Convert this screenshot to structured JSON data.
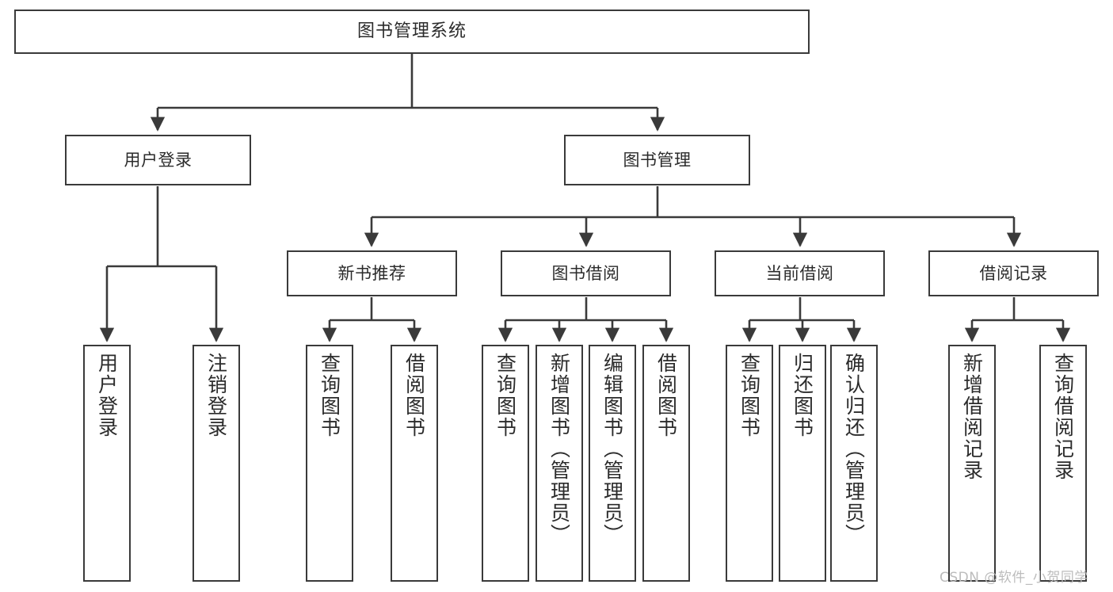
{
  "diagram": {
    "title": "图书管理系统",
    "watermark": "CSDN @软件_小贺同学",
    "colors": {
      "box_border": "#3a3a3a",
      "edge": "#3a3a3a",
      "text": "#2b2b2b",
      "background": "#ffffff",
      "watermark": "#bcbcbc"
    },
    "nodes": {
      "root": {
        "label": "图书管理系统"
      },
      "level2": [
        {
          "label": "用户登录"
        },
        {
          "label": "图书管理"
        }
      ],
      "level3": [
        {
          "label": "新书推荐"
        },
        {
          "label": "图书借阅"
        },
        {
          "label": "当前借阅"
        },
        {
          "label": "借阅记录"
        }
      ],
      "leaves_user_login": [
        {
          "label": "用户登录"
        },
        {
          "label": "注销登录"
        }
      ],
      "leaves_new_book": [
        {
          "label": "查询图书"
        },
        {
          "label": "借阅图书"
        }
      ],
      "leaves_book_borrow": [
        {
          "label": "查询图书"
        },
        {
          "label": "新增图书（管理员）"
        },
        {
          "label": "编辑图书（管理员）"
        },
        {
          "label": "借阅图书"
        }
      ],
      "leaves_current_borrow": [
        {
          "label": "查询图书"
        },
        {
          "label": "归还图书"
        },
        {
          "label": "确认归还（管理员）"
        }
      ],
      "leaves_borrow_record": [
        {
          "label": "新增借阅记录"
        },
        {
          "label": "查询借阅记录"
        }
      ]
    }
  }
}
